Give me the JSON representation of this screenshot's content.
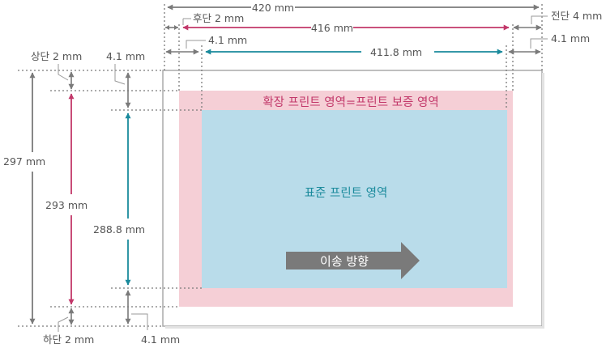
{
  "colors": {
    "gray": "#7a7a7a",
    "pink": "#c2386a",
    "teal": "#1a8a9c",
    "extended_fill": "#f5cfd6",
    "standard_fill": "#b9dcea",
    "paper_border": "#aaaaaa",
    "arrow_fill": "#7a7a7a"
  },
  "zones": {
    "extended_label": "확장 프린트 영역=프린트 보증 영역",
    "standard_label": "표준 프린트 영역",
    "feed_direction": "이송 방향"
  },
  "dimensions": {
    "total_width": "420 mm",
    "extended_width": "416 mm",
    "standard_width": "411.8 mm",
    "rear_margin": "후단 2 mm",
    "front_margin": "전단 4 mm",
    "left_inset": "4.1 mm",
    "right_inset": "4.1 mm",
    "total_height": "297 mm",
    "extended_height": "293 mm",
    "standard_height": "288.8 mm",
    "top_margin": "상단 2 mm",
    "top_inset": "4.1 mm",
    "bottom_margin": "하단 2 mm",
    "bottom_inset": "4.1 mm"
  }
}
